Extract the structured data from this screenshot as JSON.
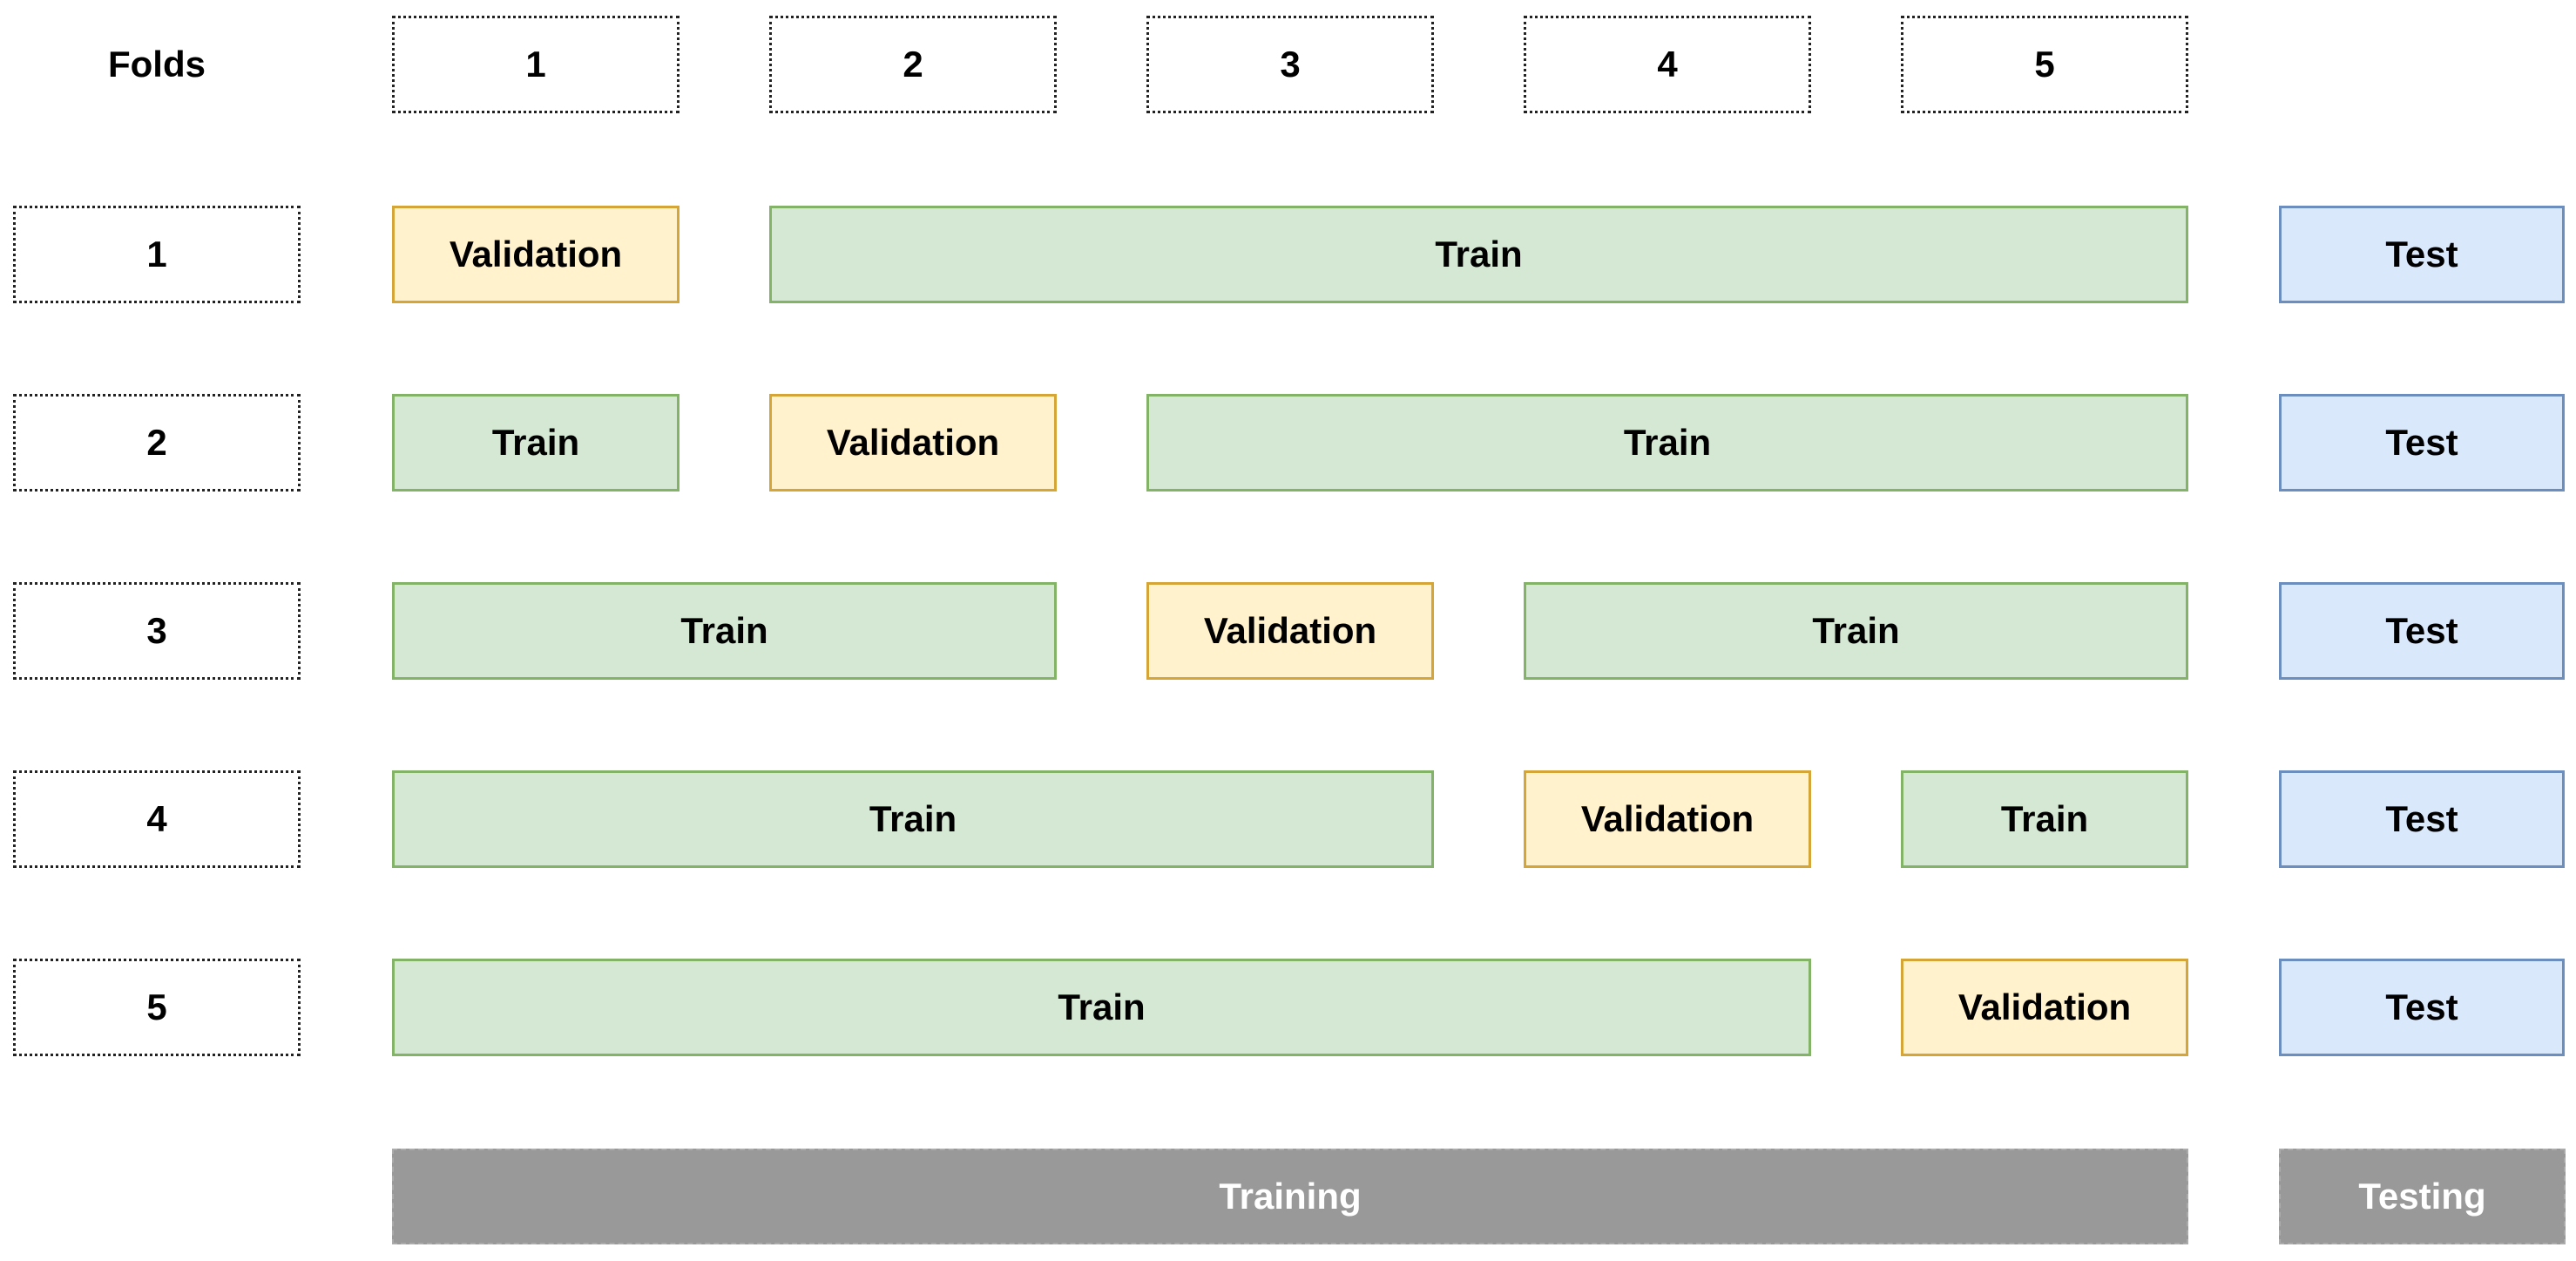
{
  "header": {
    "folds_label": "Folds",
    "fold_numbers": [
      "1",
      "2",
      "3",
      "4",
      "5"
    ]
  },
  "rows": [
    {
      "label": "1",
      "segments": [
        {
          "kind": "validation",
          "label": "Validation"
        },
        {
          "kind": "train",
          "label": "Train"
        }
      ],
      "test_label": "Test"
    },
    {
      "label": "2",
      "segments": [
        {
          "kind": "train",
          "label": "Train"
        },
        {
          "kind": "validation",
          "label": "Validation"
        },
        {
          "kind": "train",
          "label": "Train"
        }
      ],
      "test_label": "Test"
    },
    {
      "label": "3",
      "segments": [
        {
          "kind": "train",
          "label": "Train"
        },
        {
          "kind": "validation",
          "label": "Validation"
        },
        {
          "kind": "train",
          "label": "Train"
        }
      ],
      "test_label": "Test"
    },
    {
      "label": "4",
      "segments": [
        {
          "kind": "train",
          "label": "Train"
        },
        {
          "kind": "validation",
          "label": "Validation"
        },
        {
          "kind": "train",
          "label": "Train"
        }
      ],
      "test_label": "Test"
    },
    {
      "label": "5",
      "segments": [
        {
          "kind": "train",
          "label": "Train"
        },
        {
          "kind": "validation",
          "label": "Validation"
        }
      ],
      "test_label": "Test"
    }
  ],
  "footer": {
    "training_label": "Training",
    "testing_label": "Testing"
  },
  "colors": {
    "train_fill": "#d5e8d4",
    "train_border": "#82b366",
    "validation_fill": "#fff2cc",
    "validation_border": "#d6a537",
    "test_fill": "#dae8fc",
    "test_border": "#6c8ebf",
    "bar_fill": "#999999",
    "bar_text": "#ffffff",
    "bar_border": "#ababab",
    "dotted_border": "#222222",
    "text_color": "#000000",
    "bg": "#ffffff"
  }
}
